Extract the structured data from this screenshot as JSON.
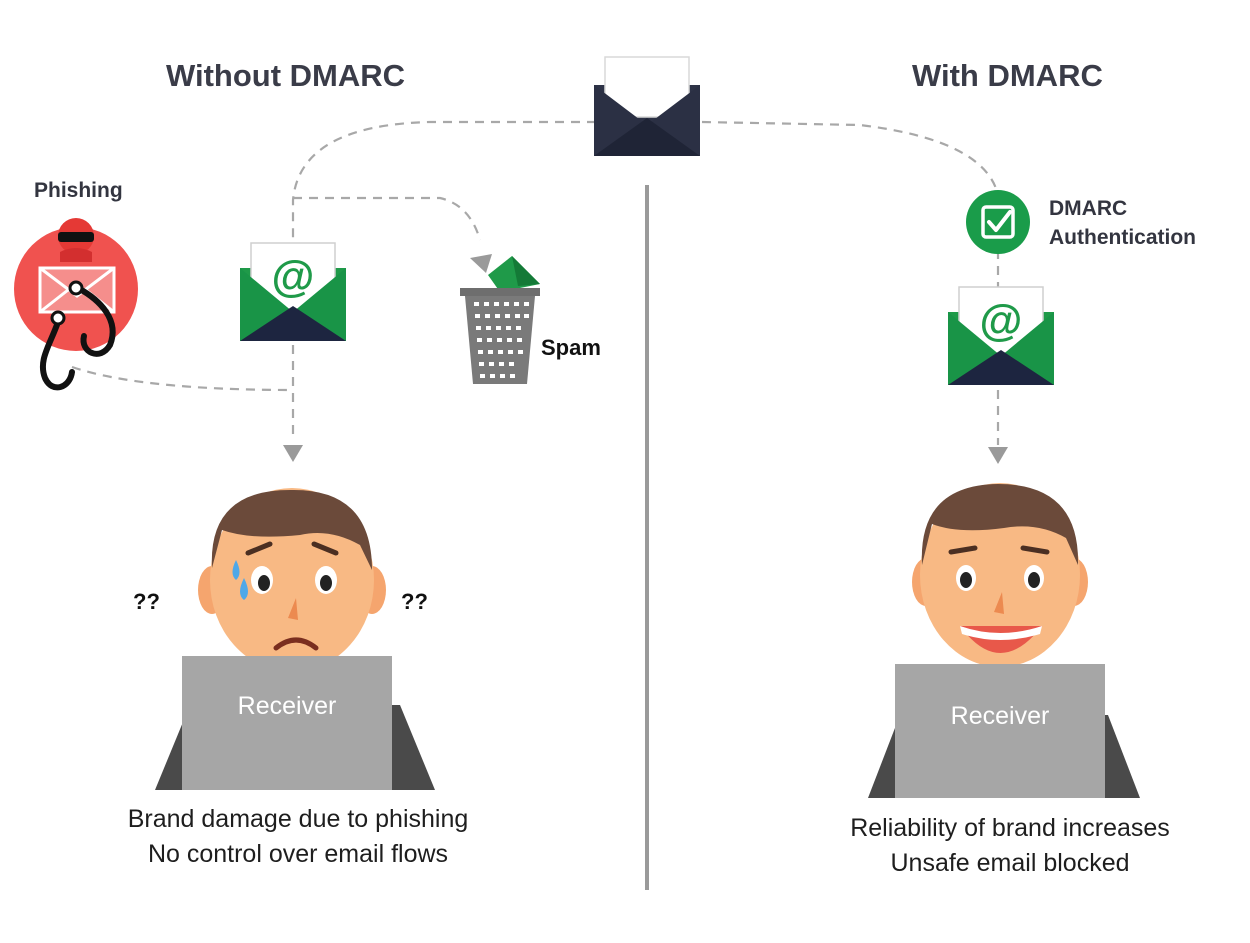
{
  "left_panel": {
    "heading": "Without DMARC",
    "phishing_label": "Phishing",
    "spam_label": "Spam",
    "confusion_left": "??",
    "confusion_right": "??",
    "receiver_label": "Receiver",
    "caption_line1": "Brand damage due to phishing",
    "caption_line2": "No control over email flows"
  },
  "right_panel": {
    "heading": "With DMARC",
    "auth_label_line1": "DMARC",
    "auth_label_line2": "Authentication",
    "receiver_label": "Receiver",
    "caption_line1": "Reliability of brand increases",
    "caption_line2": "Unsafe email blocked"
  },
  "icons": {
    "sender_envelope": "sender-envelope-icon",
    "email": "email-at-icon",
    "trash": "trash-bin-icon",
    "phishing": "phishing-hook-icon",
    "check": "check-badge-icon"
  },
  "colors": {
    "green": "#1a9c4a",
    "navy": "#232c42",
    "hacker_red": "#f04f4f",
    "gray_divider": "#9a9a9a",
    "dashed_line": "#9a9a9a",
    "skin": "#f8b984",
    "hair": "#6b4a3a"
  }
}
